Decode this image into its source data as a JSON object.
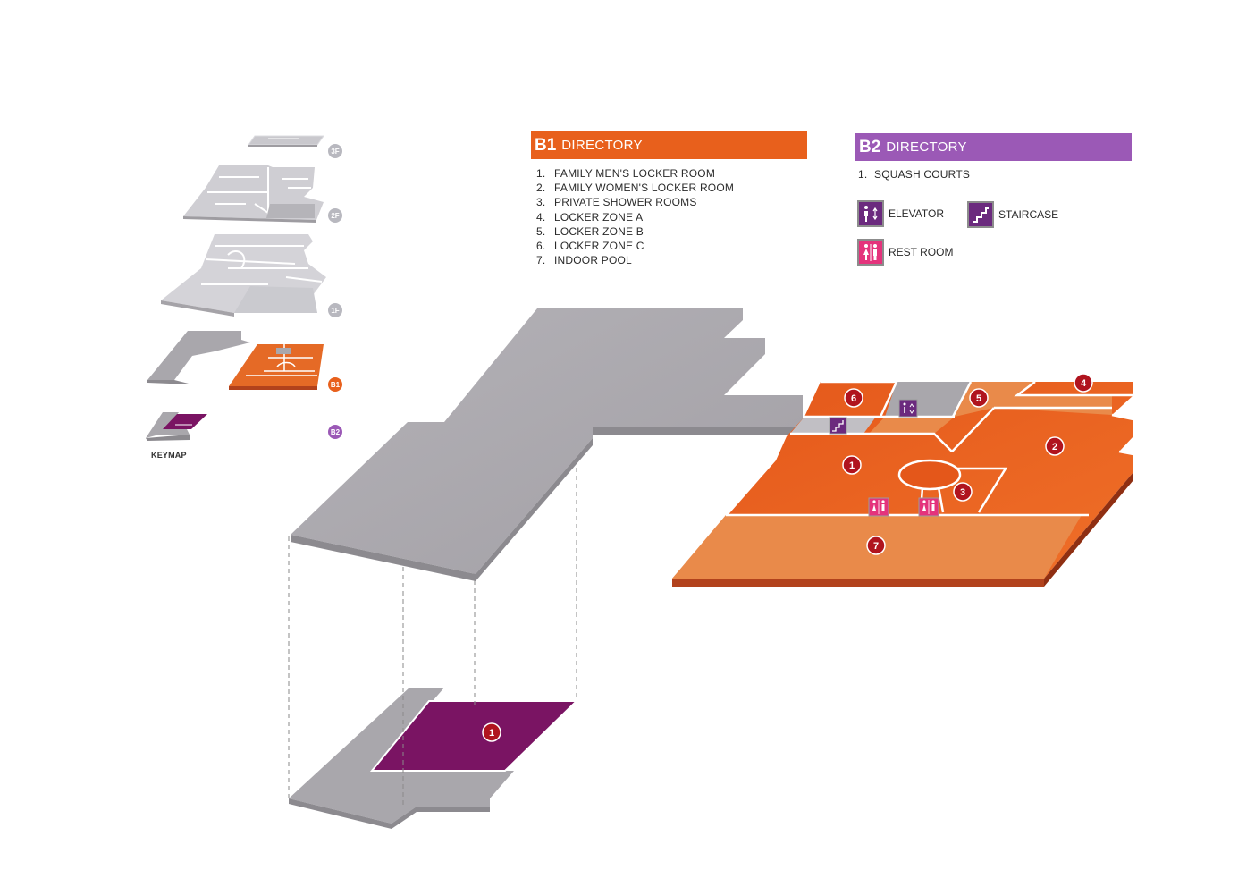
{
  "b1_directory": {
    "code": "B1",
    "word": "DIRECTORY",
    "color": "#e8601c",
    "items": [
      {
        "num": "1.",
        "label": "FAMILY MEN'S LOCKER ROOM"
      },
      {
        "num": "2.",
        "label": "FAMILY WOMEN'S LOCKER ROOM"
      },
      {
        "num": "3.",
        "label": "PRIVATE SHOWER ROOMS"
      },
      {
        "num": "4.",
        "label": "LOCKER ZONE A"
      },
      {
        "num": "5.",
        "label": "LOCKER ZONE B"
      },
      {
        "num": "6.",
        "label": "LOCKER ZONE C"
      },
      {
        "num": "7.",
        "label": "INDOOR POOL"
      }
    ]
  },
  "b2_directory": {
    "code": "B2",
    "word": "DIRECTORY",
    "color": "#9b59b6",
    "items": [
      {
        "num": "1.",
        "label": "SQUASH COURTS"
      }
    ]
  },
  "legend": {
    "elevator": {
      "label": "ELEVATOR",
      "icon": "elevator-icon",
      "color": "#6b2a7e"
    },
    "staircase": {
      "label": "STAIRCASE",
      "icon": "staircase-icon",
      "color": "#6b2a7e"
    },
    "restroom": {
      "label": "REST ROOM",
      "icon": "restroom-icon",
      "color": "#e4337c"
    }
  },
  "keymap": {
    "label": "KEYMAP",
    "floors": [
      {
        "id": "3F",
        "label": "3F",
        "color": "#b8b8bf"
      },
      {
        "id": "2F",
        "label": "2F",
        "color": "#b8b8bf"
      },
      {
        "id": "1F",
        "label": "1F",
        "color": "#b8b8bf"
      },
      {
        "id": "B1",
        "label": "B1",
        "color": "#e8601c"
      },
      {
        "id": "B2",
        "label": "B2",
        "color": "#9b59b6"
      }
    ]
  },
  "b1_markers": [
    "1",
    "2",
    "3",
    "4",
    "5",
    "6",
    "7"
  ],
  "b2_markers": [
    "1"
  ],
  "colors": {
    "floor_gray": "#a8a6ab",
    "floor_gray_edge": "#8c8a8f",
    "b1_orange": "#e8601c",
    "b1_orange_light": "#e98a4a",
    "b1_edge": "#b2421c",
    "b2_purple": "#7a1463",
    "marker": "#b0141e"
  }
}
